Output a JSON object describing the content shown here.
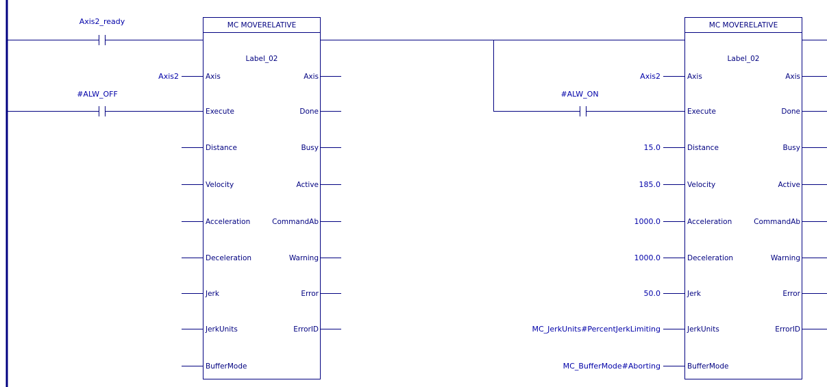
{
  "colors": {
    "wire": "#000080",
    "text": "#0000a8",
    "background": "#ffffff"
  },
  "rung1": {
    "contact_axis_ready": "Axis2_ready",
    "contact_execute": "#ALW_OFF",
    "axis_input": "Axis2"
  },
  "rung2": {
    "contact_execute": "#ALW_ON",
    "axis_input": "Axis2",
    "distance": "15.0",
    "velocity": "185.0",
    "acceleration": "1000.0",
    "deceleration": "1000.0",
    "jerk": "50.0",
    "jerk_units": "MC_JerkUnits#PercentJerkLimiting",
    "buffer_mode": "MC_BufferMode#Aborting"
  },
  "block": {
    "type": "MC MOVERELATIVE",
    "label": "Label_02",
    "inputs": [
      "Axis",
      "Execute",
      "Distance",
      "Velocity",
      "Acceleration",
      "Deceleration",
      "Jerk",
      "JerkUnits",
      "BufferMode"
    ],
    "outputs": [
      "Axis",
      "Done",
      "Busy",
      "Active",
      "CommandAb",
      "Warning",
      "Error",
      "ErrorID"
    ]
  }
}
